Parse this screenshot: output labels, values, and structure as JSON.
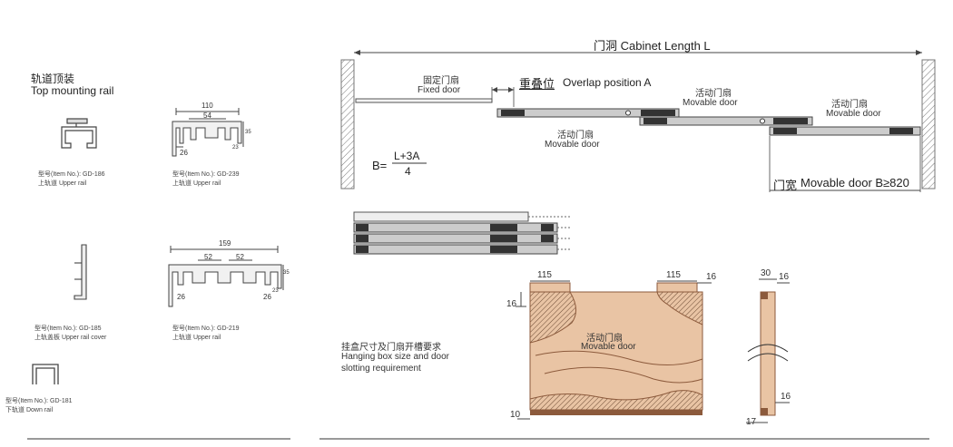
{
  "left_panel": {
    "title_cn": "轨道顶装",
    "title_en": "Top mounting rail",
    "items": [
      {
        "model": "型号(Item No.): GD-186",
        "name": "上轨道 Upper rail"
      },
      {
        "model": "型号(Item No.): GD-239",
        "name": "上轨道 Upper rail"
      },
      {
        "model": "型号(Item No.): GD-185",
        "name": "上轨盖板 Upper rail cover"
      },
      {
        "model": "型号(Item No.): GD-219",
        "name": "上轨道 Upper rail"
      },
      {
        "model": "型号(Item No.): GD-181",
        "name": "下轨道 Down rail"
      }
    ],
    "dims_239": {
      "w1": "110",
      "w2": "54",
      "w3": "26",
      "h1": "35",
      "h2": "23"
    },
    "dims_219": {
      "w1": "159",
      "w2": "52",
      "w3": "52",
      "w4": "26",
      "w5": "26",
      "h1": "35",
      "h2": "23"
    }
  },
  "top_diagram": {
    "cabinet_length": "门洞 Cabinet Length L",
    "fixed_cn": "固定门扇",
    "fixed_en": "Fixed door",
    "overlap_cn": "重叠位",
    "overlap_en": "Overlap position A",
    "movable_cn": "活动门扇",
    "movable_en": "Movable door",
    "formula_lhs": "B=",
    "formula_num": "L+3A",
    "formula_den": "4",
    "door_width_cn": "门宽",
    "door_width_en": "Movable door B≥820"
  },
  "hanging": {
    "title_cn": "挂盒尺寸及门扇开槽要求",
    "line2": "Hanging box size and door",
    "line3": "slotting requirement",
    "door_cn": "活动门扇",
    "door_en": "Movable door",
    "dims": {
      "slot_left": "115",
      "slot_right": "115",
      "slot_depth": "16",
      "left_depth": "16",
      "bottom": "10",
      "side_w": "30",
      "side_top": "16",
      "side_bottom_a": "16",
      "side_bottom_b": "17"
    }
  },
  "colors": {
    "wood": "#e9c4a4",
    "wood_dark": "#8c5a3c",
    "line": "#555555",
    "hatch": "#777777"
  }
}
